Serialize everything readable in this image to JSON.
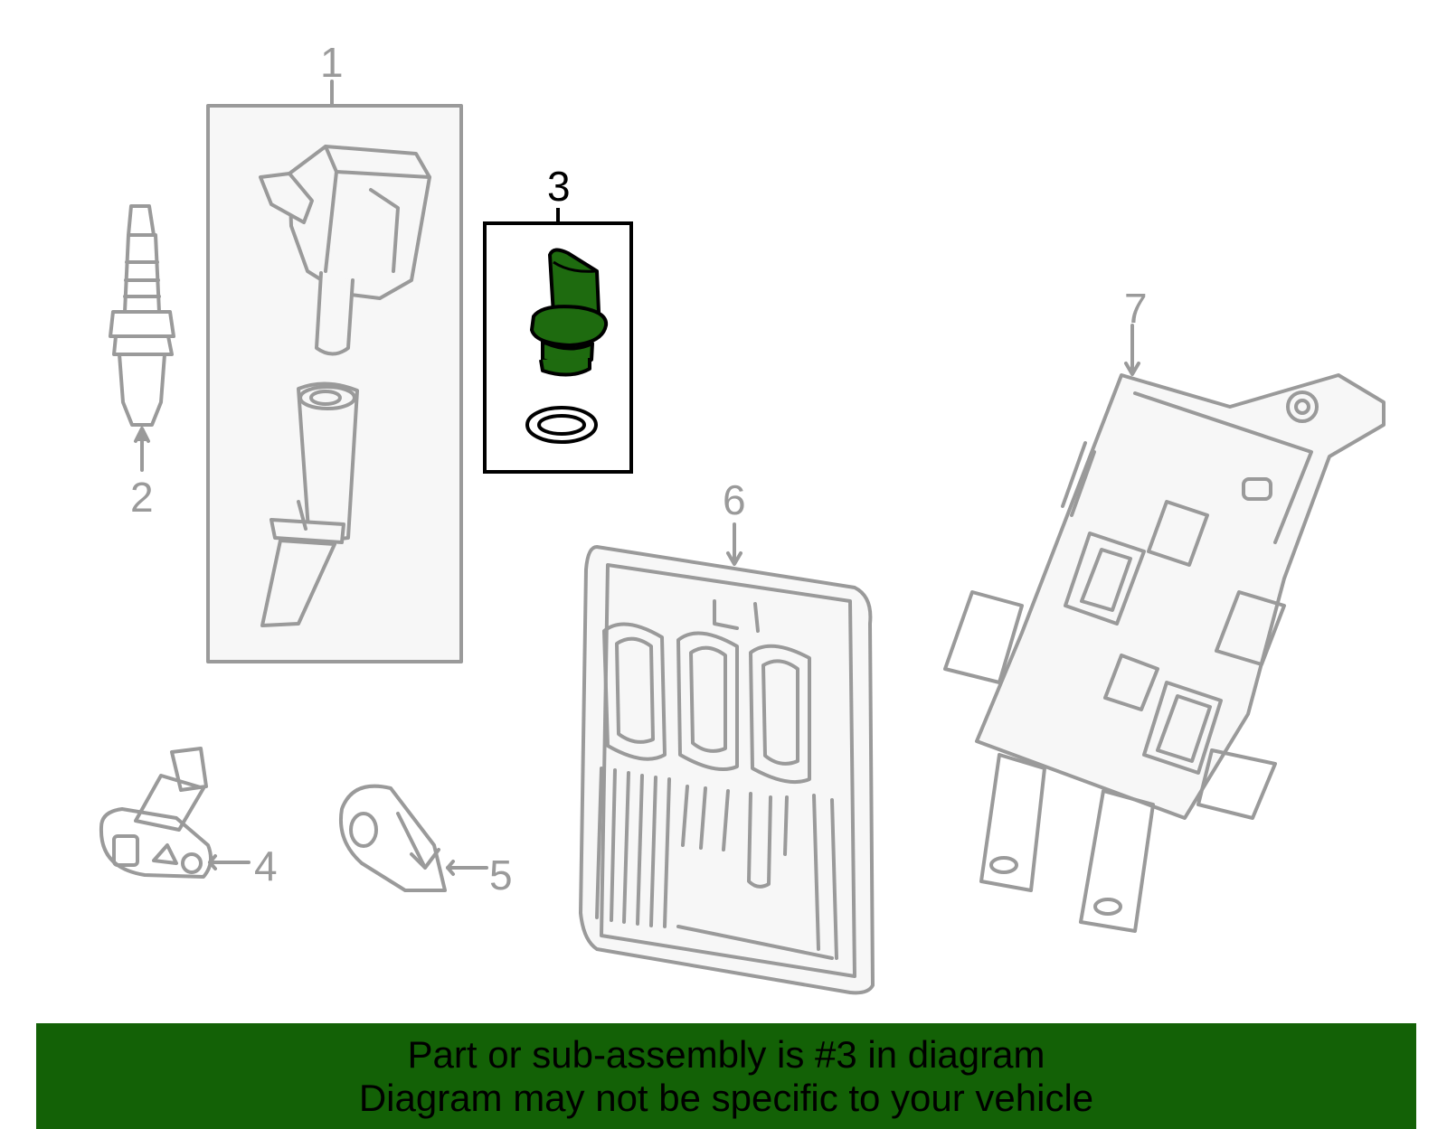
{
  "diagram": {
    "callouts": {
      "c1": "1",
      "c2": "2",
      "c3": "3",
      "c4": "4",
      "c5": "5",
      "c6": "6",
      "c7": "7"
    },
    "highlight_color": "#1e6b0f",
    "line_color": "#9a9a9a"
  },
  "banner": {
    "line1": "Part or sub-assembly is #3 in diagram",
    "line2": "Diagram may not be specific to your vehicle",
    "background": "#136106"
  }
}
